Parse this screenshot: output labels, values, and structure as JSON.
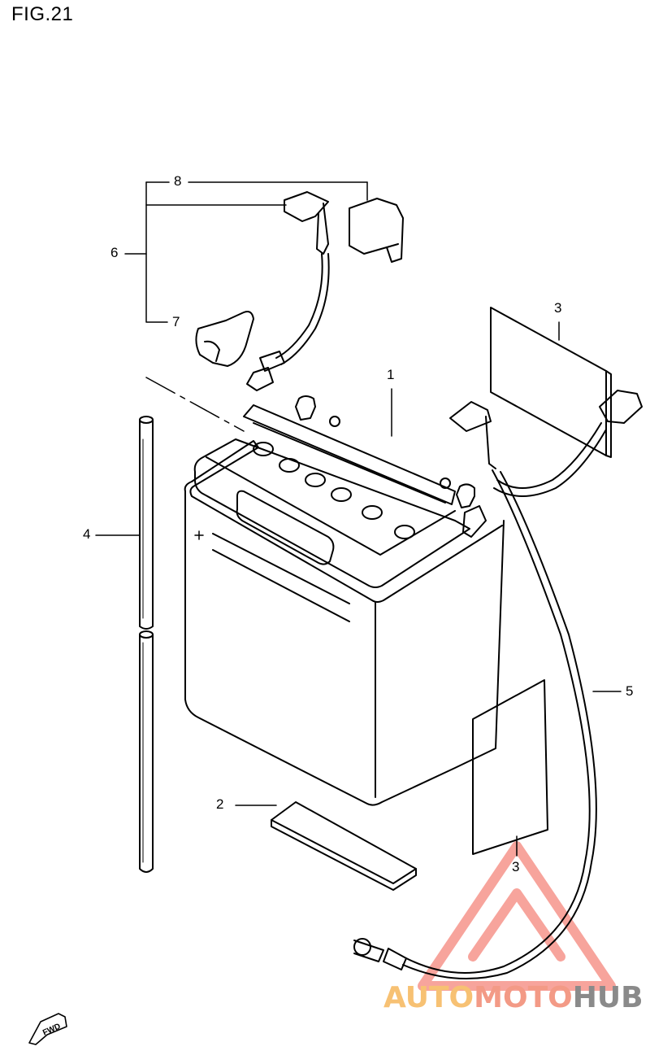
{
  "figure": {
    "title": "FIG.21"
  },
  "callouts": {
    "c1": "1",
    "c2": "2",
    "c3a": "3",
    "c3b": "3",
    "c4": "4",
    "c5": "5",
    "c6": "6",
    "c7": "7",
    "c8": "8"
  },
  "fwd": {
    "label": "FWD"
  },
  "watermark": {
    "part1": "AUTO",
    "part2": "MOTO",
    "part3": "HUB",
    "colors": {
      "part1": "#f7c173",
      "part2": "#f39a86",
      "part3": "#8a8a8a",
      "logo": "#f05a4a"
    }
  }
}
